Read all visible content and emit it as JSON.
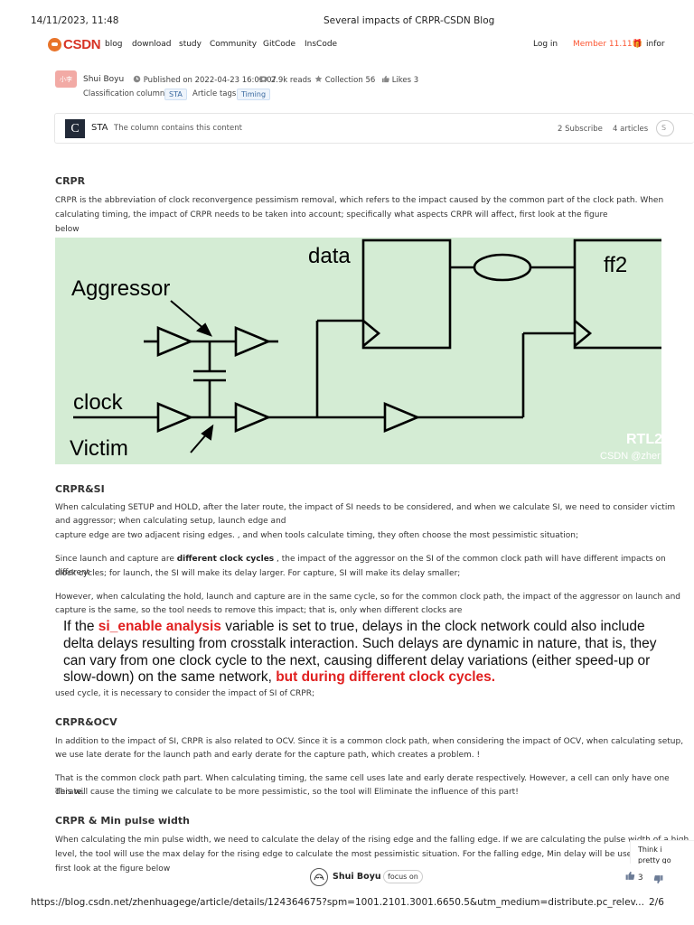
{
  "print_header": {
    "datetime": "14/11/2023, 11:48",
    "page_title": "Several impacts of CRPR-CSDN Blog"
  },
  "nav": {
    "logo_text": "CSDN",
    "links": [
      "blog",
      "download",
      "study",
      "Community",
      "GitCode",
      "InsCode"
    ],
    "login": "Log in",
    "member": "Member 11.11🎁",
    "info": "infor"
  },
  "meta": {
    "avatar_text": "小李",
    "author": "Shui Boyu",
    "published": "Published on 2022-04-23 16:03:07",
    "reads": "2.9k reads",
    "collection": "Collection 56",
    "likes": "Likes 3",
    "classification_label": "Classification column:",
    "classification_tag": "STA",
    "article_tags_label": "Article tags:",
    "article_tag": "Timing"
  },
  "column": {
    "thumb": "C",
    "title": "STA",
    "desc": "The column contains this content",
    "subscribe": "2 Subscribe",
    "articles": "4 articles",
    "button": "S"
  },
  "article": {
    "s1_title": "CRPR",
    "s1_p1_l1": "CRPR is the abbreviation of clock reconvergence pessimism removal, which refers to the impact caused by the common part of the clock path. When",
    "s1_p1_l2": "calculating timing, the impact of CRPR needs to be taken into account; specifically what aspects CRPR will affect, first look at the figure",
    "s1_p1_l3": "below",
    "figure": {
      "data": "data",
      "ff2": "ff2",
      "aggressor": "Aggressor",
      "clock": "clock",
      "victim": "Victim",
      "watermark1": "RTL2",
      "watermark2": "CSDN @zher"
    },
    "s2_title": "CRPR&SI",
    "s2_p1_l1": "When calculating SETUP and HOLD, after the later route, the impact of SI needs to be considered, and when we calculate SI, we need to consider victim",
    "s2_p1_l2": "and aggressor; when calculating setup, launch edge and",
    "s2_p1_l3": "capture edge are two adjacent rising edges. , and when tools calculate timing, they often choose the most pessimistic situation;",
    "s2_p2_pre": "Since launch and capture are ",
    "s2_p2_bold": "different clock cycles",
    "s2_p2_post": " , the impact of the aggressor on the SI of the common clock path will have different impacts on different",
    "s2_p2_l2": "clock cycles; for launch, the SI will make its delay larger. For capture, SI will make its delay smaller;",
    "s2_p3_l1": "However, when calculating the hold, launch and capture are in the same cycle, so for the common clock path, the impact of the aggressor on launch and",
    "s2_p3_l2": "capture is the same, so the tool needs to remove this impact; that is, only when different clocks are",
    "quote": {
      "l1_pre": "If the ",
      "l1_red": "si_enable analysis",
      "l1_post": " variable is set to true, delays in the clock network could also include",
      "l2": "delta delays resulting from crosstalk interaction. Such delays are dynamic in nature, that is, they",
      "l3": "can vary from one clock cycle to the next, causing different delay variations (either speed-up or",
      "l4_pre": "slow-down) on the same network, ",
      "l4_red": "but during different clock cycles."
    },
    "s2_p4": "used cycle, it is necessary to consider the impact of SI of CRPR;",
    "s3_title": "CRPR&OCV",
    "s3_p1_l1": "In addition to the impact of SI, CRPR is also related to OCV. Since it is a common clock path, when considering the impact of OCV, when calculating setup,",
    "s3_p1_l2": "we use late derate for the launch path and early derate for the capture path, which creates a problem. !",
    "s3_p2_l1": "That is the common clock path part. When calculating timing, the same cell uses late and early derate respectively. However, a cell can only have one derate.",
    "s3_p2_l2": "This will cause the timing we calculate to be more pessimistic, so the tool will Eliminate the influence of this part!",
    "s4_title": "CRPR & Min pulse width",
    "s4_p1_l1": "When calculating the min pulse width, we need to calculate the delay of the rising edge and the falling edge. If we are calculating the pulse width of a high",
    "s4_p1_l2": "level, the tool will use the max delay for the rising edge to calculate the most pessimistic situation. For the falling edge, Min delay will be used;",
    "s4_p1_l3": "first look at the figure below"
  },
  "floatbar": {
    "author": "Shui Boyu",
    "focus": "focus on",
    "like_count": "3"
  },
  "side_tip": {
    "l1": "Think i",
    "l2": "pretty go"
  },
  "print_footer": {
    "url": "https://blog.csdn.net/zhenhuagege/article/details/124364675?spm=1001.2101.3001.6650.5&utm_medium=distribute.pc_relev...",
    "page": "2/6"
  }
}
